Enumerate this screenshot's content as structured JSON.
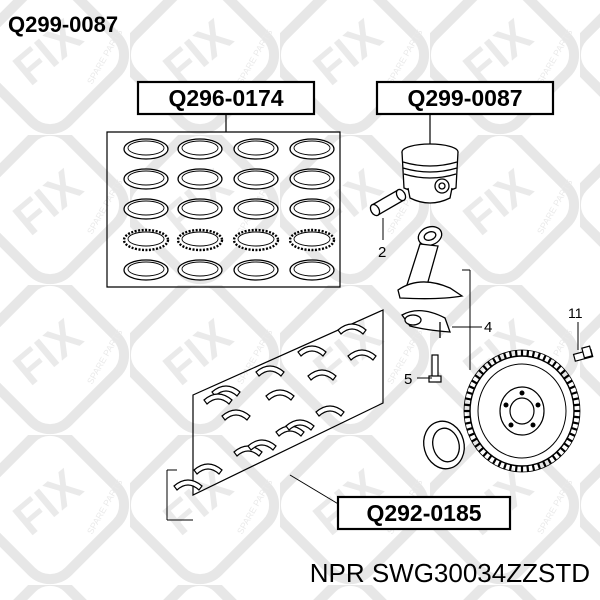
{
  "header": {
    "part_number": "Q299-0087"
  },
  "diagram": {
    "callouts": {
      "rings_label": "Q296-0174",
      "piston_label": "Q299-0087",
      "bearings_label": "Q292-0185"
    },
    "part_numbers": {
      "pin": "2",
      "rod": "4",
      "bolt": "5",
      "flywheel_bolt": "11"
    }
  },
  "footer": {
    "product_code": "NPR SWG30034ZZSTD"
  },
  "watermark": {
    "logo_text": "FIX",
    "tagline": "SPARE PARTS",
    "color": "#dcdcdc"
  }
}
